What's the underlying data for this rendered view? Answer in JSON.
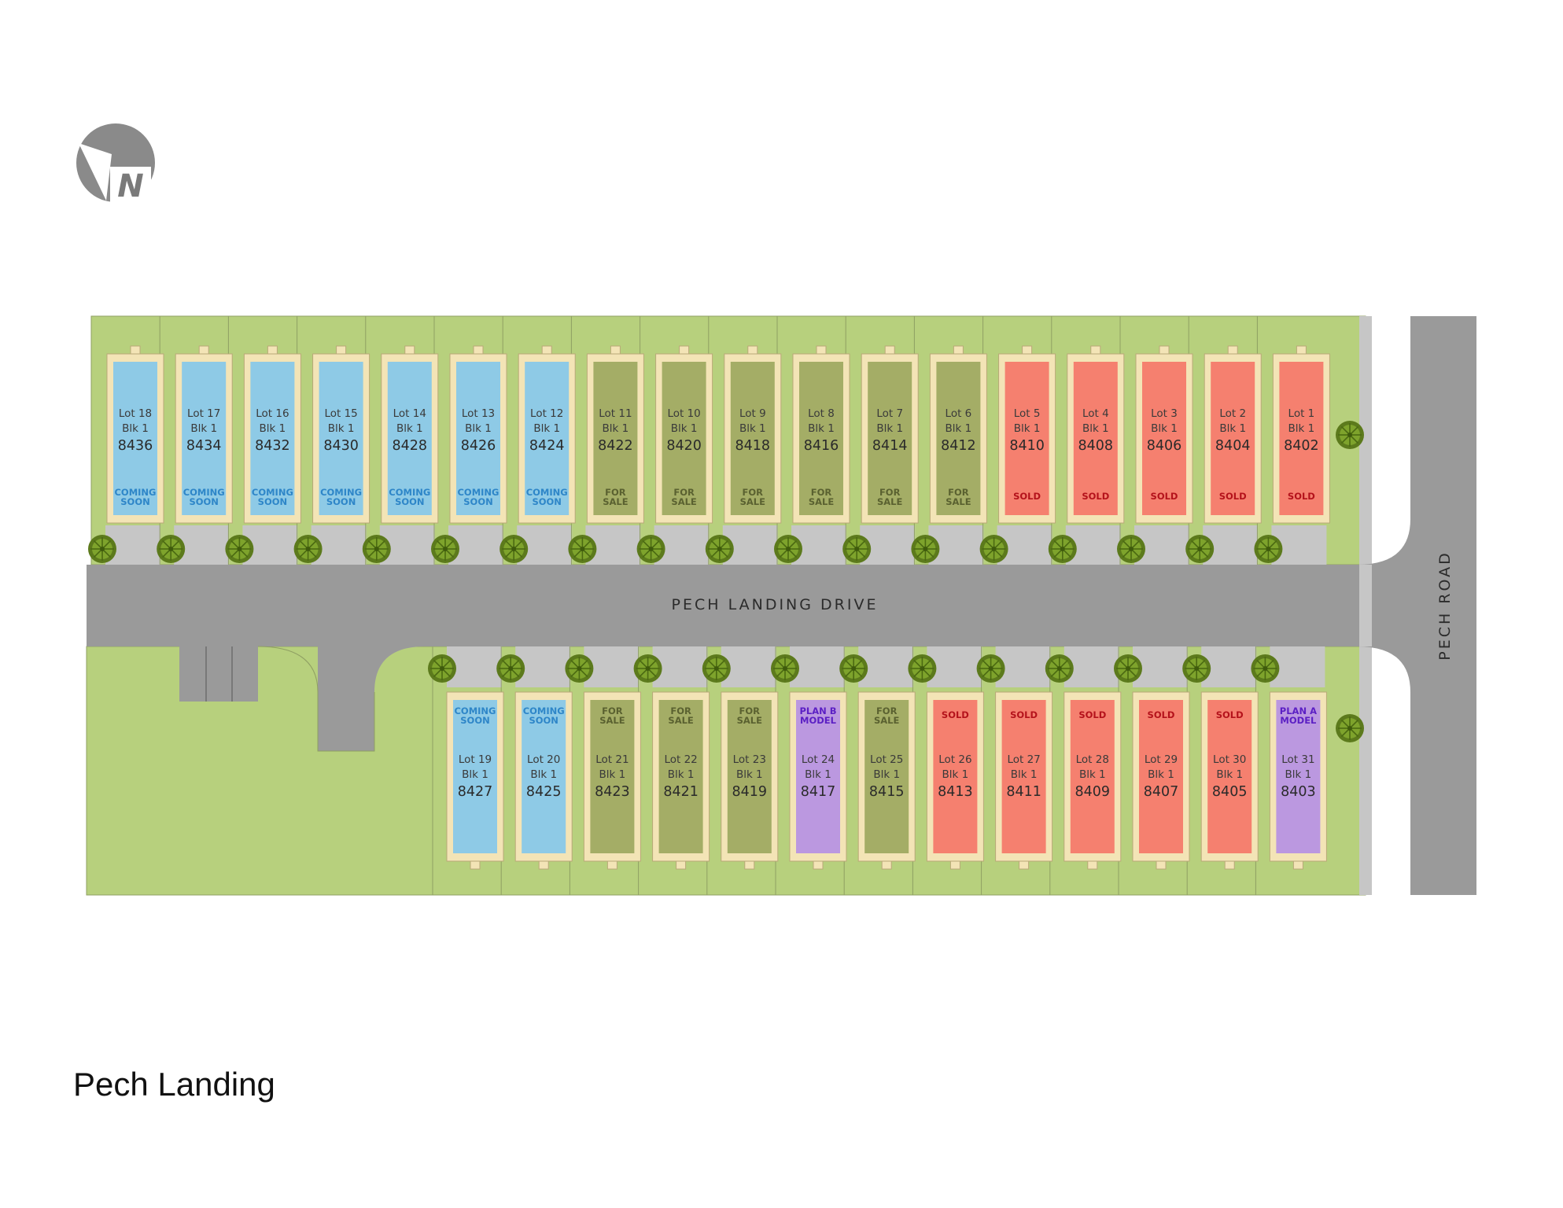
{
  "title": "Pech Landing",
  "compass": {
    "label": "N",
    "icon": "north-compass-icon"
  },
  "roads": {
    "drive": "PECH LANDING DRIVE",
    "road": "PECH ROAD"
  },
  "colors": {
    "lawn": "#b7d07d",
    "road": "#9a9a9a",
    "driveway": "#c6c6c6",
    "lot_frame": "#f3e4b6",
    "coming_soon": "#8ecae6",
    "for_sale": "#a4ad66",
    "sold": "#f5806f",
    "model": "#bb98e0",
    "status_coming_soon": "#2e86c8",
    "status_for_sale": "#5a6130",
    "status_sold": "#b4121b",
    "status_model": "#5b1fc4"
  },
  "lots_north": [
    {
      "lot": "Lot 18",
      "blk": "Blk 1",
      "addr": "8436",
      "status": [
        "COMING",
        "SOON"
      ],
      "kind": "coming_soon"
    },
    {
      "lot": "Lot 17",
      "blk": "Blk 1",
      "addr": "8434",
      "status": [
        "COMING",
        "SOON"
      ],
      "kind": "coming_soon"
    },
    {
      "lot": "Lot 16",
      "blk": "Blk 1",
      "addr": "8432",
      "status": [
        "COMING",
        "SOON"
      ],
      "kind": "coming_soon"
    },
    {
      "lot": "Lot 15",
      "blk": "Blk 1",
      "addr": "8430",
      "status": [
        "COMING",
        "SOON"
      ],
      "kind": "coming_soon"
    },
    {
      "lot": "Lot 14",
      "blk": "Blk 1",
      "addr": "8428",
      "status": [
        "COMING",
        "SOON"
      ],
      "kind": "coming_soon"
    },
    {
      "lot": "Lot 13",
      "blk": "Blk 1",
      "addr": "8426",
      "status": [
        "COMING",
        "SOON"
      ],
      "kind": "coming_soon"
    },
    {
      "lot": "Lot 12",
      "blk": "Blk 1",
      "addr": "8424",
      "status": [
        "COMING",
        "SOON"
      ],
      "kind": "coming_soon"
    },
    {
      "lot": "Lot 11",
      "blk": "Blk 1",
      "addr": "8422",
      "status": [
        "FOR",
        "SALE"
      ],
      "kind": "for_sale"
    },
    {
      "lot": "Lot 10",
      "blk": "Blk 1",
      "addr": "8420",
      "status": [
        "FOR",
        "SALE"
      ],
      "kind": "for_sale"
    },
    {
      "lot": "Lot 9",
      "blk": "Blk 1",
      "addr": "8418",
      "status": [
        "FOR",
        "SALE"
      ],
      "kind": "for_sale"
    },
    {
      "lot": "Lot 8",
      "blk": "Blk 1",
      "addr": "8416",
      "status": [
        "FOR",
        "SALE"
      ],
      "kind": "for_sale"
    },
    {
      "lot": "Lot 7",
      "blk": "Blk 1",
      "addr": "8414",
      "status": [
        "FOR",
        "SALE"
      ],
      "kind": "for_sale"
    },
    {
      "lot": "Lot 6",
      "blk": "Blk 1",
      "addr": "8412",
      "status": [
        "FOR",
        "SALE"
      ],
      "kind": "for_sale"
    },
    {
      "lot": "Lot 5",
      "blk": "Blk 1",
      "addr": "8410",
      "status": [
        "SOLD"
      ],
      "kind": "sold"
    },
    {
      "lot": "Lot 4",
      "blk": "Blk 1",
      "addr": "8408",
      "status": [
        "SOLD"
      ],
      "kind": "sold"
    },
    {
      "lot": "Lot 3",
      "blk": "Blk 1",
      "addr": "8406",
      "status": [
        "SOLD"
      ],
      "kind": "sold"
    },
    {
      "lot": "Lot 2",
      "blk": "Blk 1",
      "addr": "8404",
      "status": [
        "SOLD"
      ],
      "kind": "sold"
    },
    {
      "lot": "Lot 1",
      "blk": "Blk 1",
      "addr": "8402",
      "status": [
        "SOLD"
      ],
      "kind": "sold"
    }
  ],
  "lots_south": [
    {
      "lot": "Lot 19",
      "blk": "Blk 1",
      "addr": "8427",
      "status": [
        "COMING",
        "SOON"
      ],
      "kind": "coming_soon"
    },
    {
      "lot": "Lot 20",
      "blk": "Blk 1",
      "addr": "8425",
      "status": [
        "COMING",
        "SOON"
      ],
      "kind": "coming_soon"
    },
    {
      "lot": "Lot 21",
      "blk": "Blk 1",
      "addr": "8423",
      "status": [
        "FOR",
        "SALE"
      ],
      "kind": "for_sale"
    },
    {
      "lot": "Lot 22",
      "blk": "Blk 1",
      "addr": "8421",
      "status": [
        "FOR",
        "SALE"
      ],
      "kind": "for_sale"
    },
    {
      "lot": "Lot 23",
      "blk": "Blk 1",
      "addr": "8419",
      "status": [
        "FOR",
        "SALE"
      ],
      "kind": "for_sale"
    },
    {
      "lot": "Lot 24",
      "blk": "Blk 1",
      "addr": "8417",
      "status": [
        "PLAN B",
        "MODEL"
      ],
      "kind": "model"
    },
    {
      "lot": "Lot 25",
      "blk": "Blk 1",
      "addr": "8415",
      "status": [
        "FOR",
        "SALE"
      ],
      "kind": "for_sale"
    },
    {
      "lot": "Lot 26",
      "blk": "Blk 1",
      "addr": "8413",
      "status": [
        "SOLD"
      ],
      "kind": "sold"
    },
    {
      "lot": "Lot 27",
      "blk": "Blk 1",
      "addr": "8411",
      "status": [
        "SOLD"
      ],
      "kind": "sold"
    },
    {
      "lot": "Lot 28",
      "blk": "Blk 1",
      "addr": "8409",
      "status": [
        "SOLD"
      ],
      "kind": "sold"
    },
    {
      "lot": "Lot 29",
      "blk": "Blk 1",
      "addr": "8407",
      "status": [
        "SOLD"
      ],
      "kind": "sold"
    },
    {
      "lot": "Lot 30",
      "blk": "Blk 1",
      "addr": "8405",
      "status": [
        "SOLD"
      ],
      "kind": "sold"
    },
    {
      "lot": "Lot 31",
      "blk": "Blk 1",
      "addr": "8403",
      "status": [
        "PLAN A",
        "MODEL"
      ],
      "kind": "model"
    }
  ]
}
